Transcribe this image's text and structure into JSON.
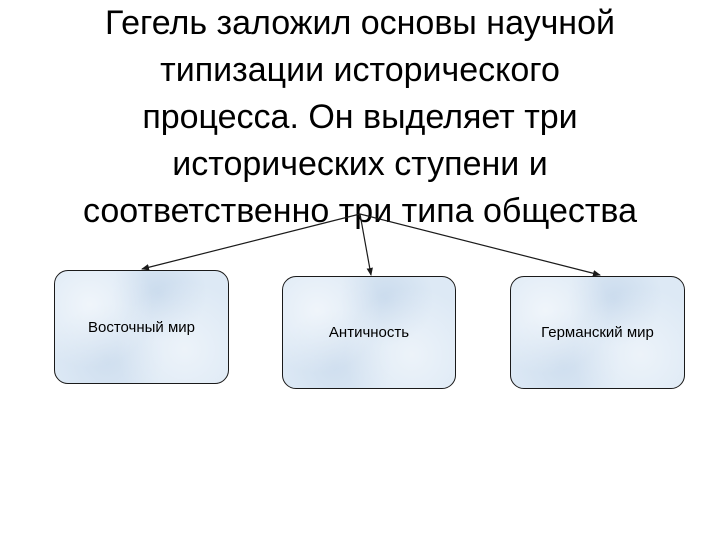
{
  "title": {
    "lines": [
      "Гегель заложил основы научной",
      "типизации исторического",
      "процесса. Он выделяет три",
      "исторических ступени и",
      "соответственно три типа общества"
    ]
  },
  "boxes": [
    {
      "label": "Восточный мир"
    },
    {
      "label": "Античность"
    },
    {
      "label": "Германский мир"
    }
  ],
  "colors": {
    "box_fill": "#dde9f5",
    "box_border": "#1a1a1a",
    "arrow": "#1a1a1a"
  }
}
